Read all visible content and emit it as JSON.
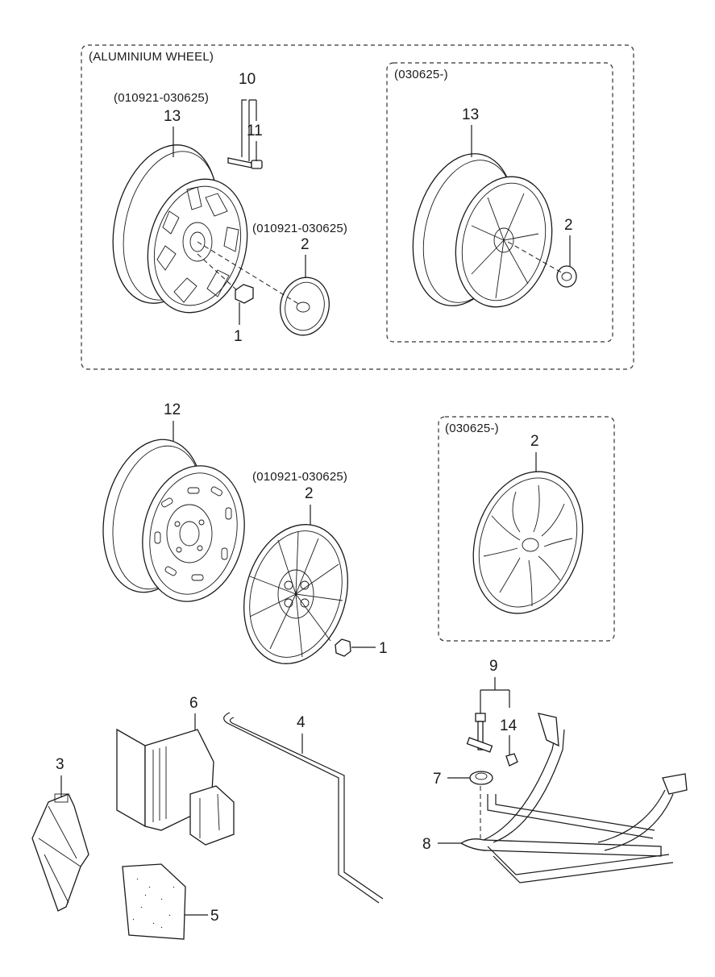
{
  "groups": {
    "aluminium_caption": "(ALUMINIUM WHEEL)",
    "alu_old_range_a": "(010921-030625)",
    "alu_old_range_b": "(010921-030625)",
    "alu_new_range": "(030625-)",
    "steel_range": "(010921-030625)",
    "cover_new_range": "(030625-)"
  },
  "callouts": {
    "n10": "10",
    "n11": "11",
    "n13a": "13",
    "n2a": "2",
    "n1a": "1",
    "n13b": "13",
    "n2b": "2",
    "n12": "12",
    "n2c": "2",
    "n1b": "1",
    "n2d": "2",
    "n9": "9",
    "n14": "14",
    "n6": "6",
    "n4": "4",
    "n3": "3",
    "n7": "7",
    "n8": "8",
    "n5": "5"
  },
  "icons": [
    "aluminium-wheel",
    "wheel-nut",
    "valve-stem",
    "center-cap",
    "steel-wheel",
    "wheel-cover",
    "jack",
    "jack-handle",
    "tool-bag",
    "spare-carrier",
    "carrier-bolt",
    "pad"
  ]
}
